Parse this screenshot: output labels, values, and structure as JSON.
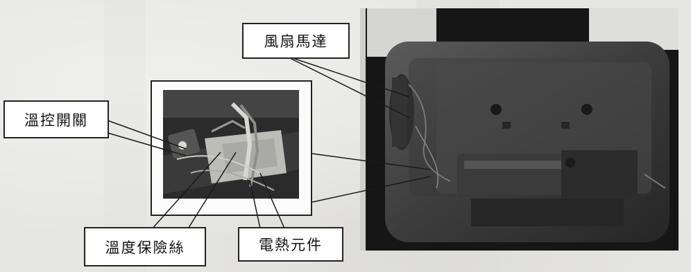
{
  "figure": {
    "labels": {
      "fan_motor": "風扇馬達",
      "thermostat_switch": "溫控開關",
      "thermal_fuse": "溫度保險絲",
      "heating_element": "電熱元件"
    }
  }
}
